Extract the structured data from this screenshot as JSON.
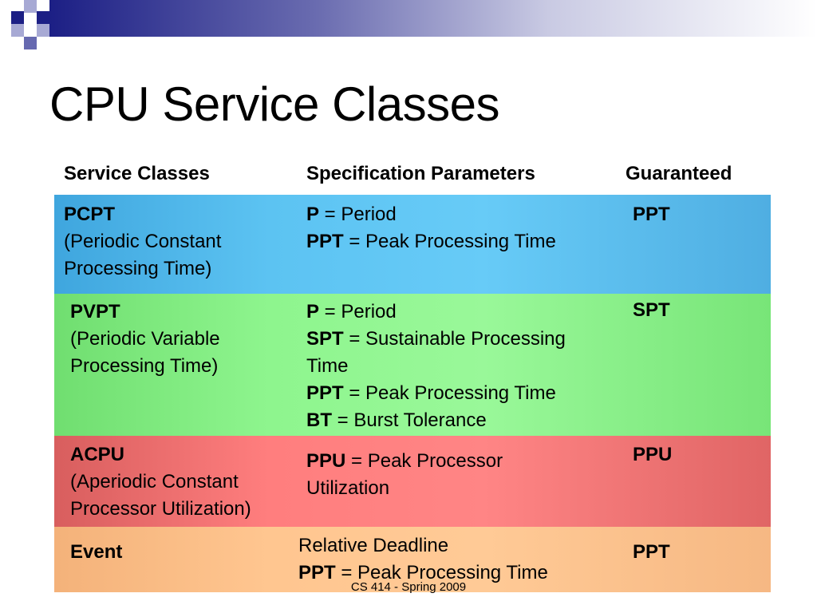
{
  "slide": {
    "title": "CPU Service Classes",
    "footer": "CS 414 - Spring 2009"
  },
  "colors": {
    "header_navy": "#1c1f85",
    "row_blue": "#5cc3f2",
    "row_green": "#8ef58e",
    "row_red": "#ff7e7e",
    "row_orange": "#ffc690"
  },
  "table": {
    "headers": {
      "service_classes": "Service Classes",
      "specification_parameters": "Specification Parameters",
      "guaranteed": "Guaranteed"
    },
    "rows": [
      {
        "class_name": "PCPT",
        "class_desc_1": "(Periodic Constant",
        "class_desc_2": "Processing Time)",
        "params": [
          {
            "term": "P",
            "def": " = Period"
          },
          {
            "term": "PPT",
            "def": " = Peak Processing Time"
          }
        ],
        "guaranteed": "PPT"
      },
      {
        "class_name": "PVPT",
        "class_desc_1": "(Periodic Variable",
        "class_desc_2": "Processing Time)",
        "params": [
          {
            "term": "P",
            "def": " = Period"
          },
          {
            "term": "SPT",
            "def": " = Sustainable Processing"
          },
          {
            "term": "",
            "def": "Time"
          },
          {
            "term": "PPT",
            "def": " = Peak Processing Time"
          },
          {
            "term": "BT",
            "def": " = Burst Tolerance"
          }
        ],
        "guaranteed": "SPT"
      },
      {
        "class_name": "ACPU",
        "class_desc_1": "(Aperiodic Constant",
        "class_desc_2": "Processor Utilization)",
        "params": [
          {
            "term": "PPU",
            "def": " = Peak Processor"
          },
          {
            "term": "",
            "def": "Utilization"
          }
        ],
        "guaranteed": "PPU"
      },
      {
        "class_name": "Event",
        "params": [
          {
            "term": "",
            "def": "Relative Deadline"
          },
          {
            "term": "PPT",
            "def": " = Peak Processing Time"
          }
        ],
        "guaranteed": "PPT"
      }
    ]
  }
}
